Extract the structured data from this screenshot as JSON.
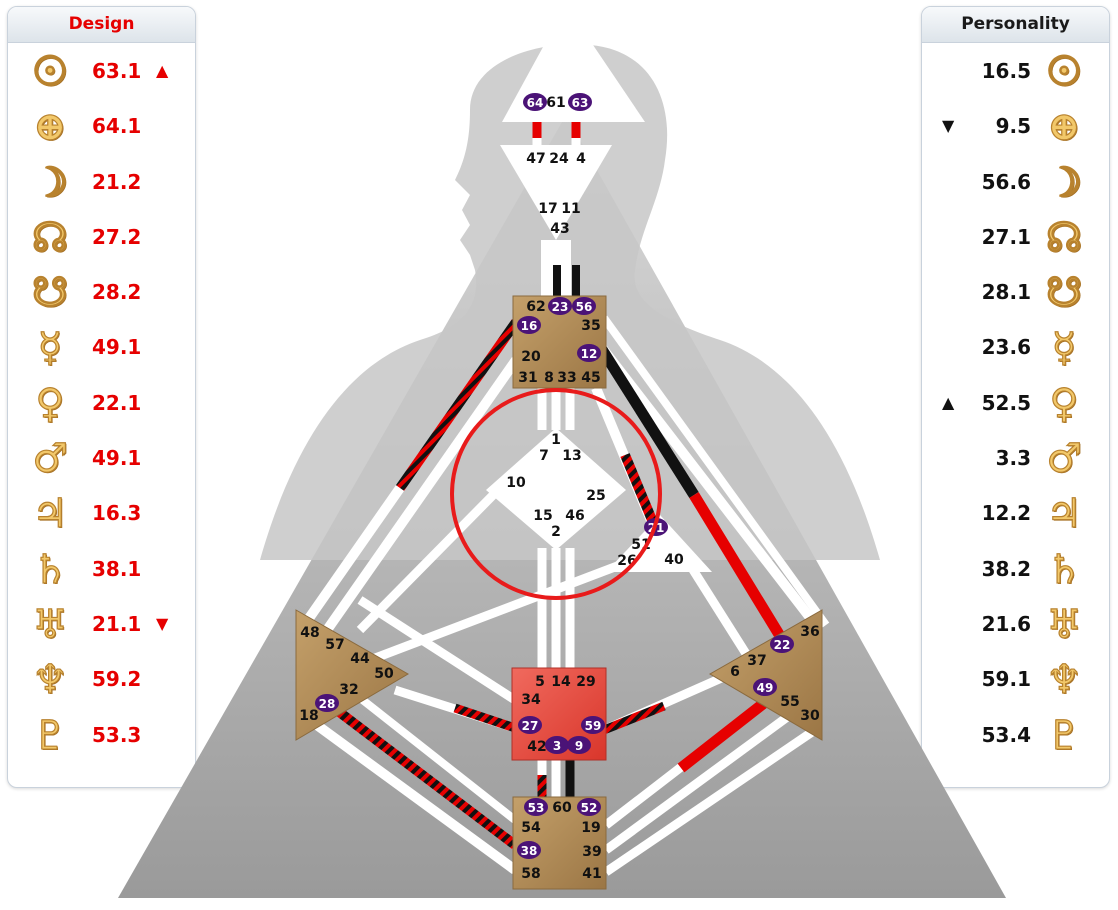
{
  "design": {
    "title": "Design",
    "rows": [
      {
        "planet": "sun-icon",
        "symbol": "☉",
        "value": "63.1",
        "arrow": "▲"
      },
      {
        "planet": "earth-icon",
        "symbol": "⊕",
        "value": "64.1",
        "arrow": ""
      },
      {
        "planet": "moon-icon",
        "symbol": "☽",
        "value": "21.2",
        "arrow": ""
      },
      {
        "planet": "north-node-icon",
        "symbol": "☊",
        "value": "27.2",
        "arrow": ""
      },
      {
        "planet": "south-node-icon",
        "symbol": "☋",
        "value": "28.2",
        "arrow": ""
      },
      {
        "planet": "mercury-icon",
        "symbol": "☿",
        "value": "49.1",
        "arrow": ""
      },
      {
        "planet": "venus-icon",
        "symbol": "♀",
        "value": "22.1",
        "arrow": ""
      },
      {
        "planet": "mars-icon",
        "symbol": "♂",
        "value": "49.1",
        "arrow": ""
      },
      {
        "planet": "jupiter-icon",
        "symbol": "♃",
        "value": "16.3",
        "arrow": ""
      },
      {
        "planet": "saturn-icon",
        "symbol": "♄",
        "value": "38.1",
        "arrow": ""
      },
      {
        "planet": "uranus-icon",
        "symbol": "♅",
        "value": "21.1",
        "arrow": "▼"
      },
      {
        "planet": "neptune-icon",
        "symbol": "♆",
        "value": "59.2",
        "arrow": ""
      },
      {
        "planet": "pluto-icon",
        "symbol": "♇",
        "value": "53.3",
        "arrow": ""
      }
    ]
  },
  "personality": {
    "title": "Personality",
    "rows": [
      {
        "planet": "sun-icon",
        "symbol": "☉",
        "value": "16.5",
        "arrow": ""
      },
      {
        "planet": "earth-icon",
        "symbol": "⊕",
        "value": "9.5",
        "arrow": "▼"
      },
      {
        "planet": "moon-icon",
        "symbol": "☽",
        "value": "56.6",
        "arrow": ""
      },
      {
        "planet": "north-node-icon",
        "symbol": "☊",
        "value": "27.1",
        "arrow": ""
      },
      {
        "planet": "south-node-icon",
        "symbol": "☋",
        "value": "28.1",
        "arrow": ""
      },
      {
        "planet": "mercury-icon",
        "symbol": "☿",
        "value": "23.6",
        "arrow": ""
      },
      {
        "planet": "venus-icon",
        "symbol": "♀",
        "value": "52.5",
        "arrow": "▲"
      },
      {
        "planet": "mars-icon",
        "symbol": "♂",
        "value": "3.3",
        "arrow": ""
      },
      {
        "planet": "jupiter-icon",
        "symbol": "♃",
        "value": "12.2",
        "arrow": ""
      },
      {
        "planet": "saturn-icon",
        "symbol": "♄",
        "value": "38.2",
        "arrow": ""
      },
      {
        "planet": "uranus-icon",
        "symbol": "♅",
        "value": "21.6",
        "arrow": ""
      },
      {
        "planet": "neptune-icon",
        "symbol": "♆",
        "value": "59.1",
        "arrow": ""
      },
      {
        "planet": "pluto-icon",
        "symbol": "♇",
        "value": "53.4",
        "arrow": ""
      }
    ]
  },
  "colors": {
    "design_red": "#e60000",
    "personality_black": "#111111",
    "activated_gate": "#4b1377",
    "center_defined_red": "#e8453c",
    "center_undefined_white": "#ffffff",
    "center_tan": "#b08a57",
    "channel_white": "#ffffff",
    "glyph_gold": "#f2c86a"
  },
  "gates": [
    {
      "n": "64",
      "act": true
    },
    {
      "n": "61",
      "act": false
    },
    {
      "n": "63",
      "act": true
    },
    {
      "n": "47",
      "act": false
    },
    {
      "n": "24",
      "act": false
    },
    {
      "n": "4",
      "act": false
    },
    {
      "n": "17",
      "act": false
    },
    {
      "n": "11",
      "act": false
    },
    {
      "n": "43",
      "act": false
    },
    {
      "n": "62",
      "act": false
    },
    {
      "n": "23",
      "act": true
    },
    {
      "n": "56",
      "act": true
    },
    {
      "n": "16",
      "act": true
    },
    {
      "n": "35",
      "act": false
    },
    {
      "n": "20",
      "act": false
    },
    {
      "n": "12",
      "act": true
    },
    {
      "n": "31",
      "act": false
    },
    {
      "n": "8",
      "act": false
    },
    {
      "n": "33",
      "act": false
    },
    {
      "n": "45",
      "act": false
    },
    {
      "n": "1",
      "act": false
    },
    {
      "n": "7",
      "act": false
    },
    {
      "n": "13",
      "act": false
    },
    {
      "n": "10",
      "act": false
    },
    {
      "n": "25",
      "act": false
    },
    {
      "n": "15",
      "act": false
    },
    {
      "n": "46",
      "act": false
    },
    {
      "n": "2",
      "act": false
    },
    {
      "n": "21",
      "act": true
    },
    {
      "n": "51",
      "act": false
    },
    {
      "n": "26",
      "act": false
    },
    {
      "n": "40",
      "act": false
    },
    {
      "n": "48",
      "act": false
    },
    {
      "n": "57",
      "act": false
    },
    {
      "n": "44",
      "act": false
    },
    {
      "n": "50",
      "act": false
    },
    {
      "n": "32",
      "act": false
    },
    {
      "n": "28",
      "act": true
    },
    {
      "n": "18",
      "act": false
    },
    {
      "n": "36",
      "act": false
    },
    {
      "n": "22",
      "act": true
    },
    {
      "n": "37",
      "act": false
    },
    {
      "n": "6",
      "act": false
    },
    {
      "n": "49",
      "act": true
    },
    {
      "n": "55",
      "act": false
    },
    {
      "n": "30",
      "act": false
    },
    {
      "n": "5",
      "act": false
    },
    {
      "n": "14",
      "act": false
    },
    {
      "n": "29",
      "act": false
    },
    {
      "n": "34",
      "act": false
    },
    {
      "n": "27",
      "act": true
    },
    {
      "n": "59",
      "act": true
    },
    {
      "n": "42",
      "act": false
    },
    {
      "n": "3",
      "act": true
    },
    {
      "n": "9",
      "act": true
    },
    {
      "n": "53",
      "act": true
    },
    {
      "n": "60",
      "act": false
    },
    {
      "n": "52",
      "act": true
    },
    {
      "n": "54",
      "act": false
    },
    {
      "n": "19",
      "act": false
    },
    {
      "n": "38",
      "act": true
    },
    {
      "n": "39",
      "act": false
    },
    {
      "n": "58",
      "act": false
    },
    {
      "n": "41",
      "act": false
    }
  ]
}
